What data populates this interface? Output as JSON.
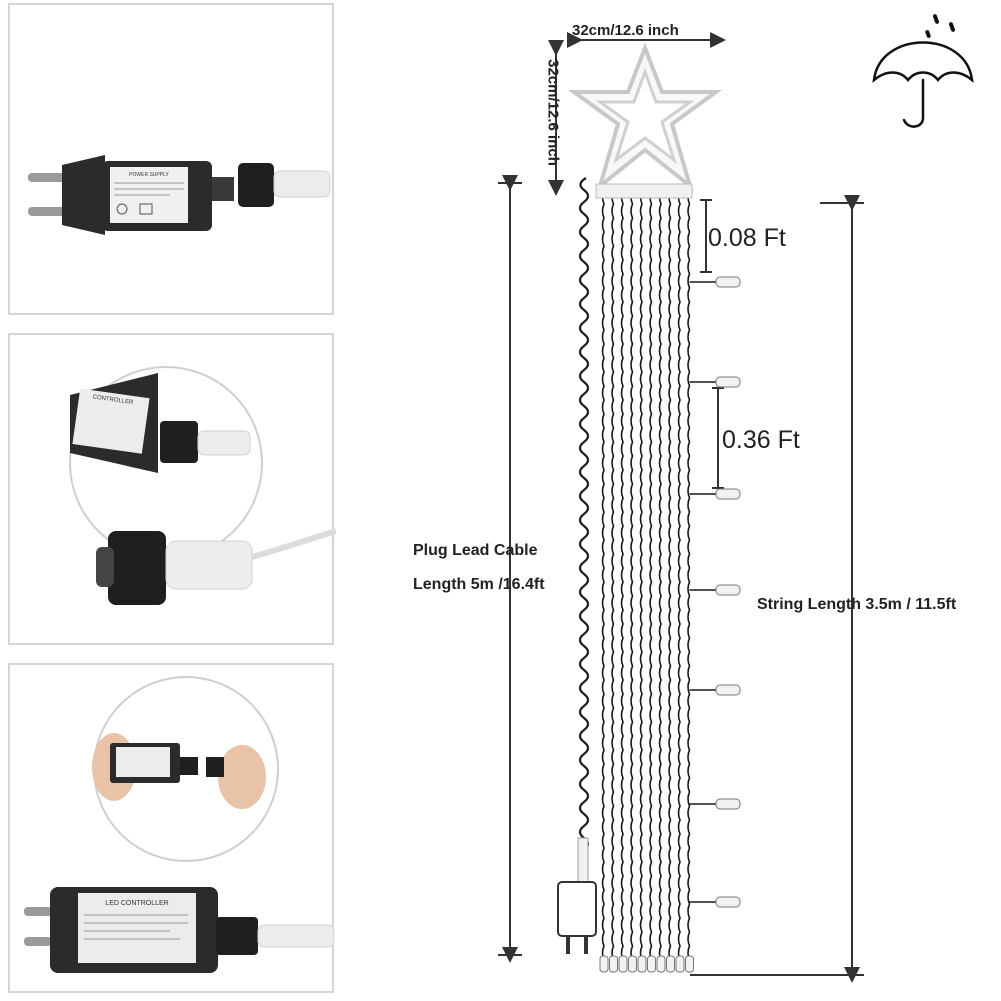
{
  "panels": [
    {
      "name": "power-supply-panel",
      "device_label": "POWER SUPPLY"
    },
    {
      "name": "connector-closeup-panel",
      "device_label": "CONTROLLER"
    },
    {
      "name": "led-controller-panel",
      "device_label": "LED CONTROLLER"
    }
  ],
  "dimensions": {
    "star_width": "32cm/12.6 inch",
    "star_height": "32cm/12.6 inch",
    "spacing_top": "0.08 Ft",
    "spacing_between": "0.36 Ft",
    "plug_lead_line1": "Plug Lead Cable",
    "plug_lead_line2": "Length 5m /16.4ft",
    "string_length": "String Length 3.5m / 11.5ft"
  },
  "icons": [
    "umbrella-icon",
    "rain-drops-icon",
    "star-topper-icon",
    "plug-icon",
    "adapter-icon"
  ],
  "colors": {
    "adapter": "#2b2b2b",
    "wire": "#1a1a1a",
    "dimension_line": "#333333",
    "bulb": "#f2f2f2",
    "panel_border": "#d4d4d4"
  }
}
